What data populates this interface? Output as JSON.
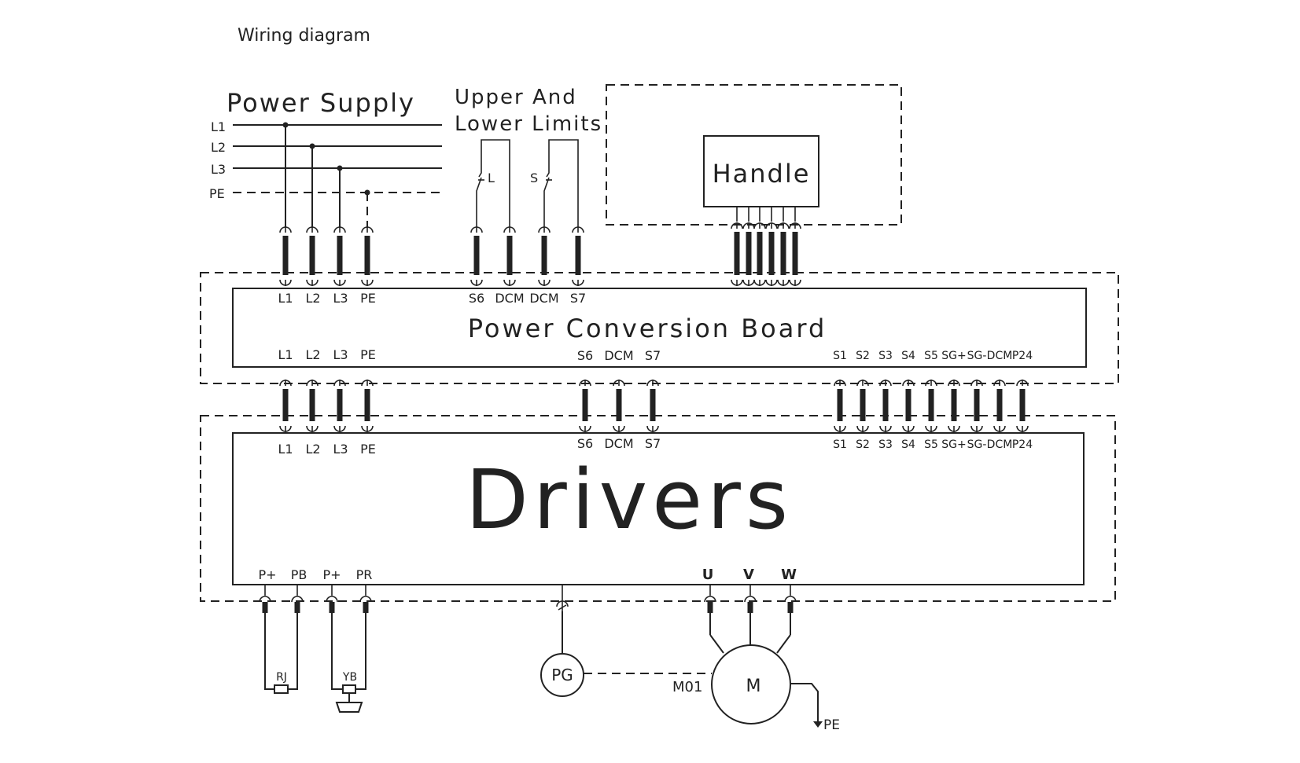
{
  "page_title": "Wiring diagram",
  "power_supply": {
    "title": "Power Supply",
    "lines": [
      "L1",
      "L2",
      "L3",
      "PE"
    ]
  },
  "limits": {
    "title_line1": "Upper And",
    "title_line2": "Lower Limits",
    "switch_l": "L",
    "switch_s": "S"
  },
  "handle": {
    "label": "Handle"
  },
  "power_conversion_board": {
    "title": "Power Conversion Board",
    "top_left_terminals": [
      "L1",
      "L2",
      "L3",
      "PE"
    ],
    "top_mid_terminals": [
      "S6",
      "DCM",
      "DCM",
      "S7"
    ],
    "bottom_left_terminals": [
      "L1",
      "L2",
      "L3",
      "PE"
    ],
    "bottom_mid_terminals": [
      "S6",
      "DCM",
      "S7"
    ],
    "bottom_right_terminals": [
      "S1",
      "S2",
      "S3",
      "S4",
      "S5",
      "SG+",
      "SG-",
      "DCM",
      "P24"
    ]
  },
  "drivers": {
    "title": "Drivers",
    "top_left_terminals": [
      "L1",
      "L2",
      "L3",
      "PE"
    ],
    "top_mid_terminals": [
      "S6",
      "DCM",
      "S7"
    ],
    "top_right_terminals": [
      "S1",
      "S2",
      "S3",
      "S4",
      "S5",
      "SG+",
      "SG-",
      "DCM",
      "P24"
    ],
    "bottom_terminals": [
      "P+",
      "PB",
      "P+",
      "PR"
    ],
    "motor_terminals": [
      "U",
      "V",
      "W"
    ]
  },
  "peripherals": {
    "resistor": "RJ",
    "brake": "YB",
    "encoder": "PG",
    "motor": "M",
    "motor_id": "M01",
    "ground": "PE"
  }
}
